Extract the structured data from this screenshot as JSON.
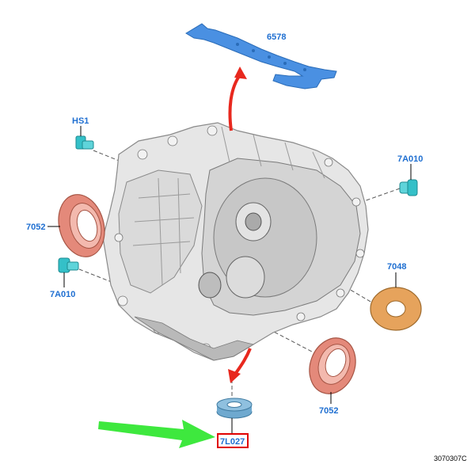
{
  "diagram": {
    "callouts": {
      "rail": "6578",
      "plug_top_left": "HS1",
      "plug_right": "7A010",
      "seal_left": "7052",
      "plug_left": "7A010",
      "washer_right": "7048",
      "seal_bottom": "7052",
      "washer_bottom": "7L027"
    },
    "figure_number": "3070307C",
    "colors": {
      "callout_text": "#1f6fd1",
      "housing": "#e6e6e6",
      "housing_shadow": "#b9b9b9",
      "rail": "#4a90e2",
      "plug": "#34c0c8",
      "seal": "#e4897a",
      "washer_orange": "#e6a35c",
      "washer_blue": "#8fc0df",
      "red_arrow": "#e8281e",
      "green_arrow": "#3ee83e",
      "highlight_box": "#e00000"
    }
  }
}
